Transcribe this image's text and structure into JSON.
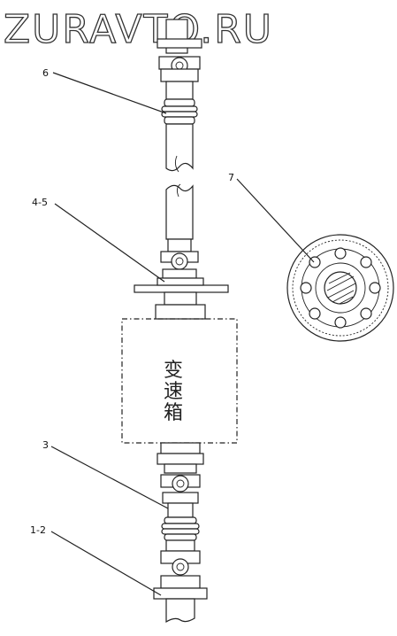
{
  "watermark": {
    "text": "ZURAVTO.RU"
  },
  "callouts": [
    {
      "id": "6",
      "label": "6"
    },
    {
      "id": "7",
      "label": "7"
    },
    {
      "id": "4-5",
      "label": "4-5"
    },
    {
      "id": "3",
      "label": "3"
    },
    {
      "id": "1-2",
      "label": "1-2"
    }
  ],
  "gearbox": {
    "label_chars": [
      "变",
      "速",
      "箱"
    ]
  },
  "colors": {
    "line": "#222222",
    "background": "#ffffff"
  }
}
